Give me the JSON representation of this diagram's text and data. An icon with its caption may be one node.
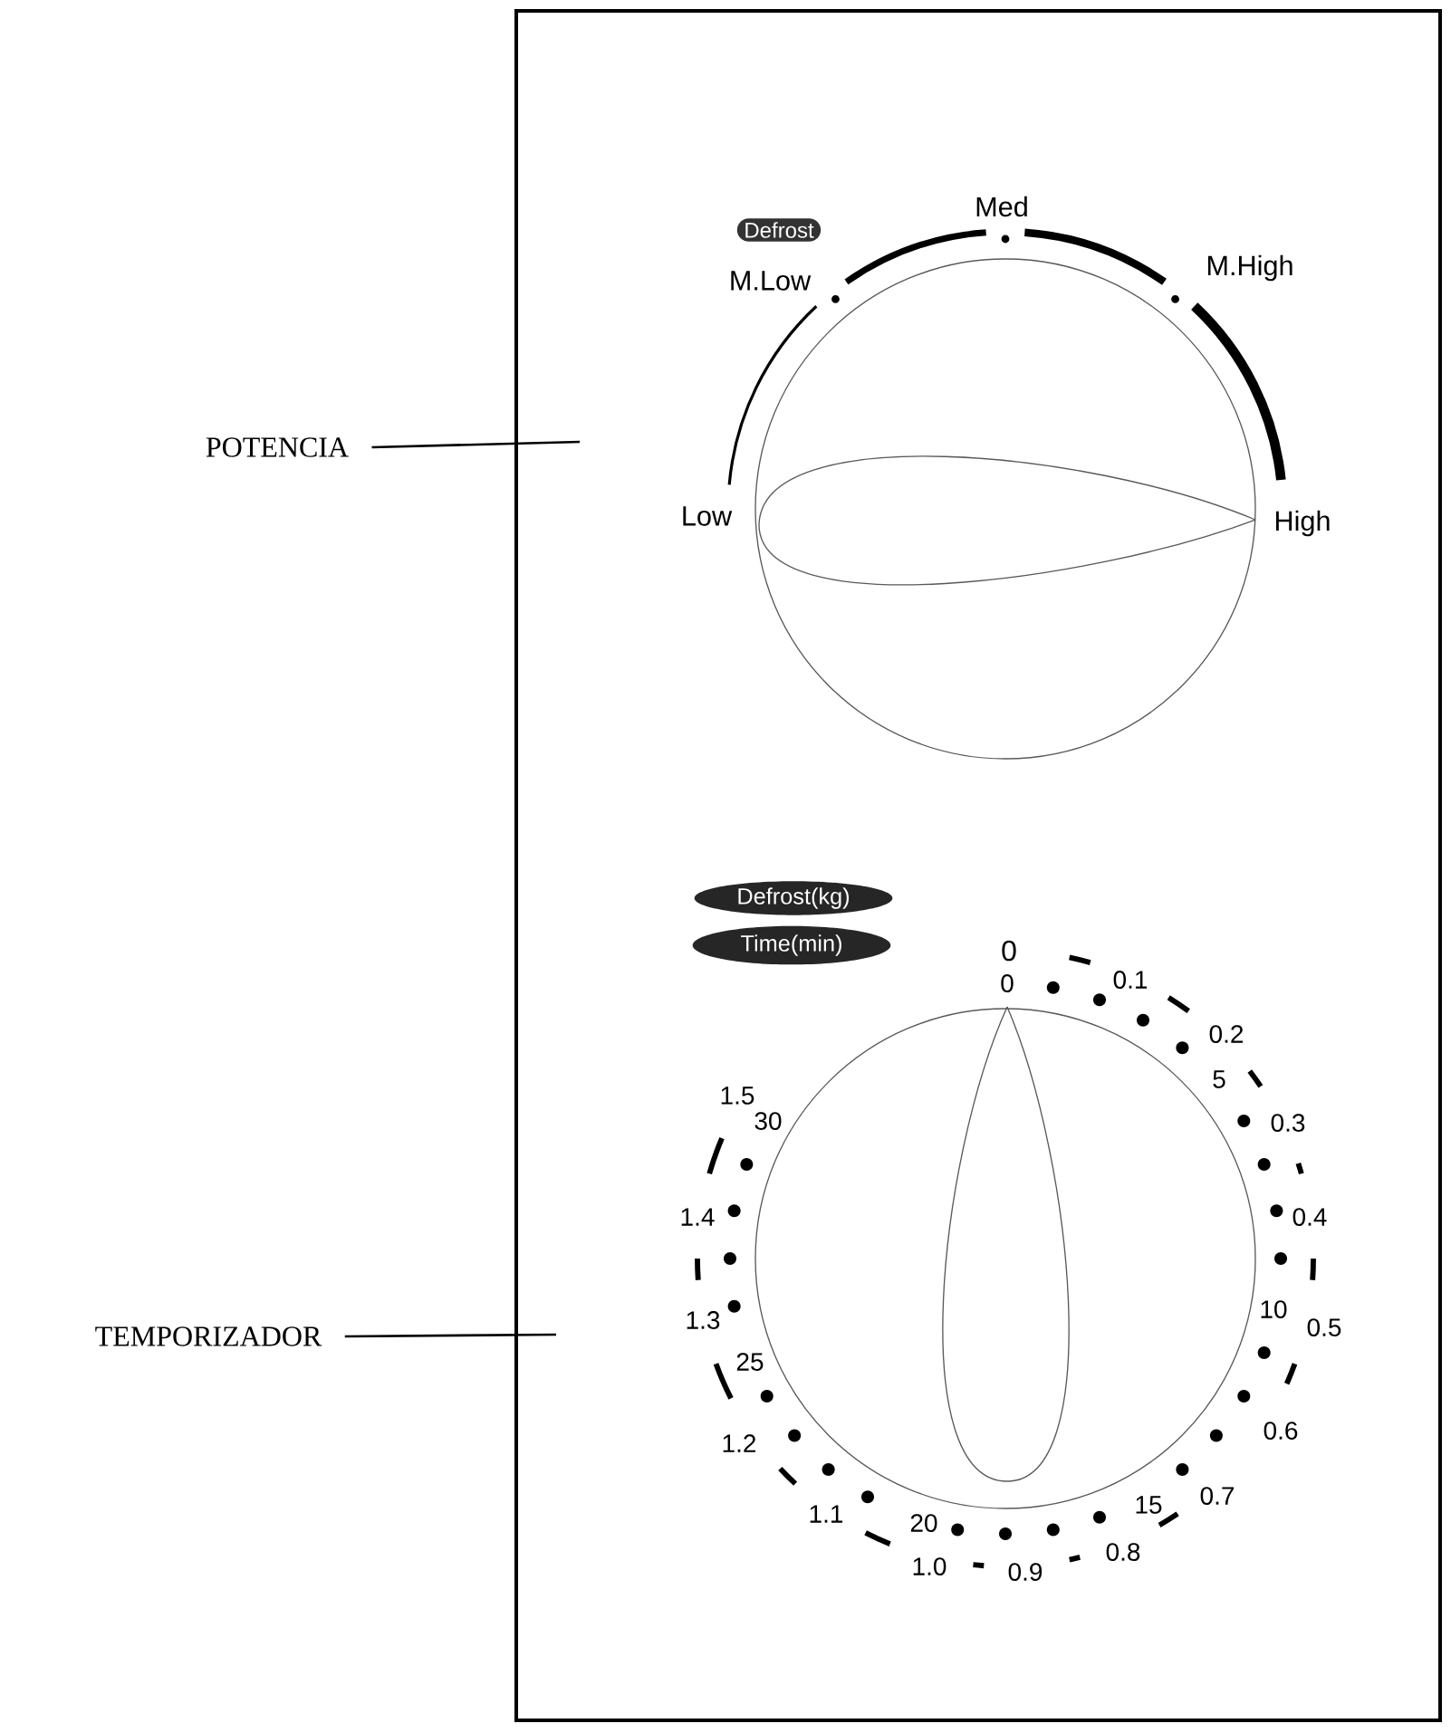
{
  "diagram": {
    "nodes": [
      {
        "text": [
          "POTENCIA"
        ]
      },
      {
        "text": [
          "TEMPORIZADOR"
        ]
      },
      {
        "text": [
          "Defrost"
        ]
      },
      {
        "text": [
          "Defrost(kg)"
        ]
      },
      {
        "text": [
          "Time(min)"
        ]
      }
    ],
    "edges": [
      {
        "from": 0,
        "to": null,
        "arrow": "none"
      },
      {
        "from": 1,
        "to": null,
        "arrow": "none"
      }
    ],
    "labels": [
      "Med",
      "M.Low",
      "M.High",
      "Low",
      "High",
      "0",
      "0",
      "0.1",
      "0.2",
      "5",
      "1.5",
      "30",
      "0.3",
      "1.4",
      "0.4",
      "1.3",
      "10",
      "0.5",
      "25",
      "1.2",
      "0.6",
      "1.1",
      "15",
      "0.7",
      "20",
      "1.0",
      "0.9",
      "0.8"
    ]
  }
}
